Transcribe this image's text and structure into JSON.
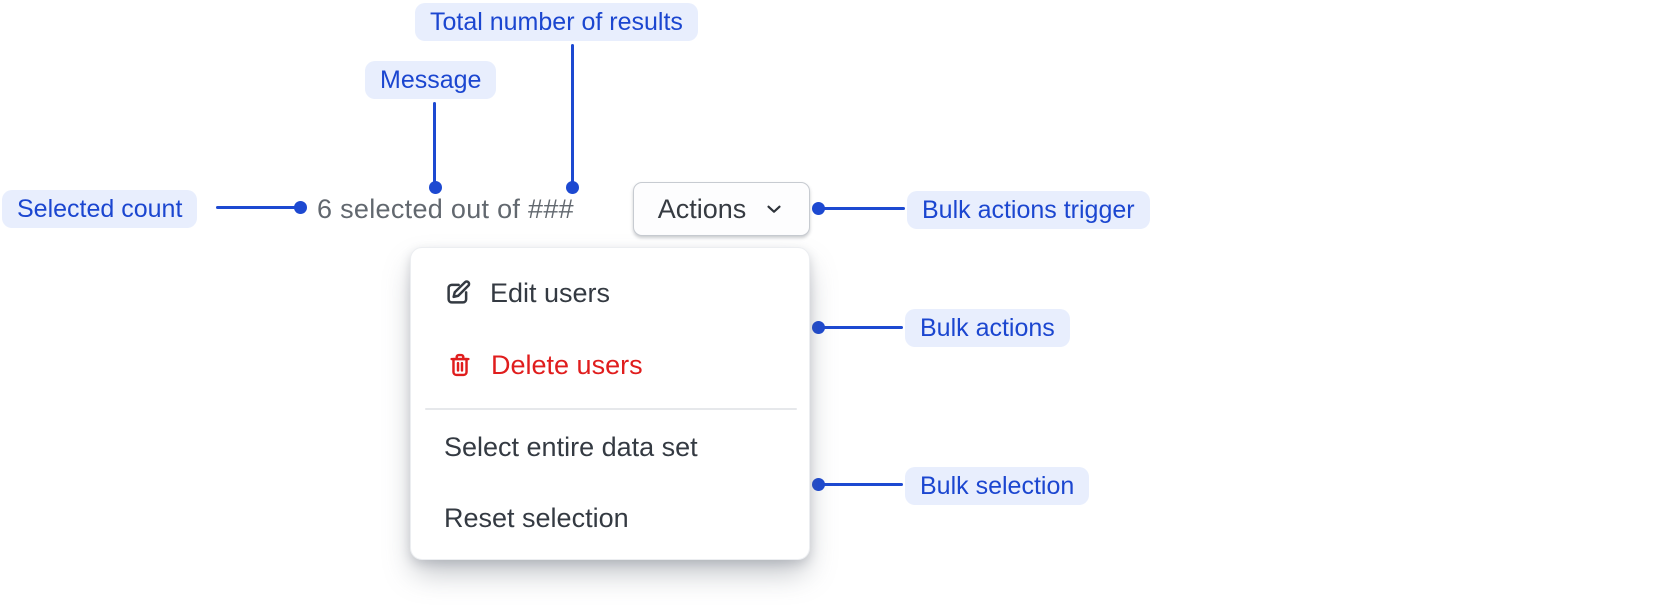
{
  "colors": {
    "accent_blue": "#1d49d1",
    "annotation_label_background": "#e8eefd",
    "annotation_label_text": "#1b46d0",
    "destructive_red": "#e01d1d",
    "message_gray": "#62686f",
    "menu_text": "#343a42"
  },
  "annotations": {
    "total_results": "Total number of results",
    "message": "Message",
    "selected_count": "Selected count",
    "bulk_actions_trigger": "Bulk actions trigger",
    "bulk_actions": "Bulk actions",
    "bulk_selection": "Bulk selection"
  },
  "bulk_bar": {
    "message": "6 selected out of ###",
    "actions_button_label": "Actions"
  },
  "menu": {
    "items": [
      {
        "label": "Edit users",
        "icon": "edit-icon"
      },
      {
        "label": "Delete users",
        "icon": "trash-icon",
        "destructive": true
      },
      {
        "label": "Select entire data set"
      },
      {
        "label": "Reset selection"
      }
    ]
  }
}
